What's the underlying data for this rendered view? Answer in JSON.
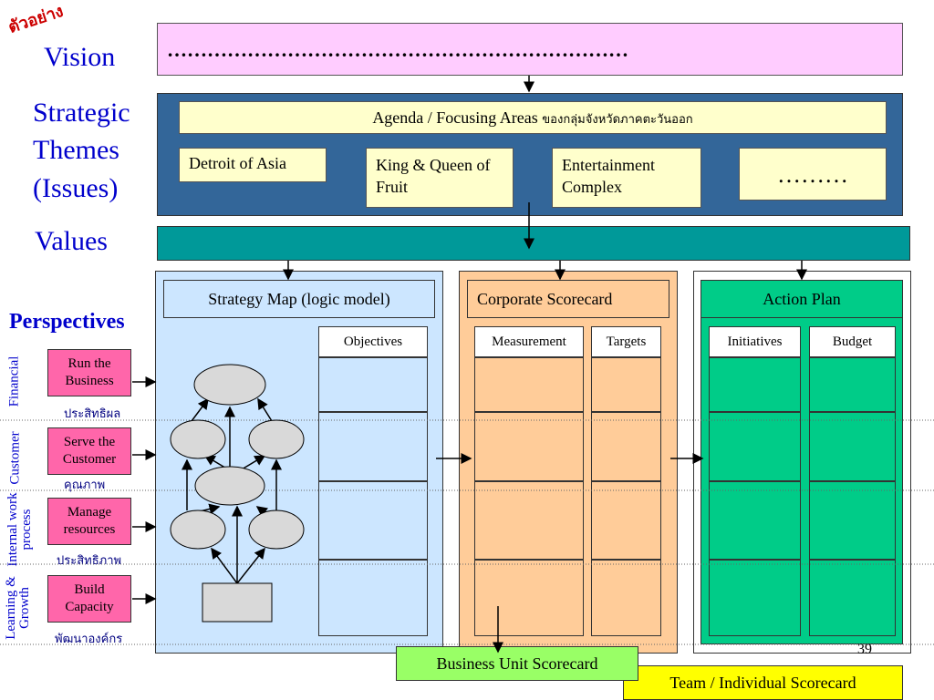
{
  "corner_tag": "ตัวอย่าง",
  "labels": {
    "vision": "Vision",
    "themes": "Strategic Themes (Issues)",
    "values": "Values",
    "perspectives": "Perspectives"
  },
  "vision_text": "……………………………………………………………",
  "agenda": {
    "main": "Agenda / Focusing Areas",
    "thai": "ของกลุ่มจังหวัดภาคตะวันออก"
  },
  "themes": [
    "Detroit of Asia",
    "King & Queen of Fruit",
    "Entertainment Complex",
    "………"
  ],
  "panels": {
    "strategy_map": {
      "title": "Strategy Map (logic model)",
      "col": "Objectives"
    },
    "corporate": {
      "title": "Corporate Scorecard",
      "cols": [
        "Measurement",
        "Targets"
      ]
    },
    "action": {
      "title": "Action Plan",
      "cols": [
        "Initiatives",
        "Budget"
      ]
    }
  },
  "perspectives": [
    {
      "side": "Financial",
      "box": "Run the Business",
      "thai": "ประสิทธิผล"
    },
    {
      "side": "Customer",
      "box": "Serve the Customer",
      "thai": "คุณภาพ"
    },
    {
      "side": "Internal work process",
      "box": "Manage resources",
      "thai": "ประสิทธิภาพ"
    },
    {
      "side": "Learning & Growth",
      "box": "Build Capacity",
      "thai": "พัฒนาองค์กร"
    }
  ],
  "bottom": {
    "business_unit": "Business Unit Scorecard",
    "team": "Team / Individual  Scorecard"
  },
  "page_number": "39",
  "colors": {
    "vision": "#ffccff",
    "themes_bg": "#336699",
    "values": "#009999",
    "yellow": "#ffffcc",
    "light_blue": "#cce6ff",
    "orange": "#ffcc99",
    "green": "#00cc88",
    "pink": "#ff66aa"
  }
}
